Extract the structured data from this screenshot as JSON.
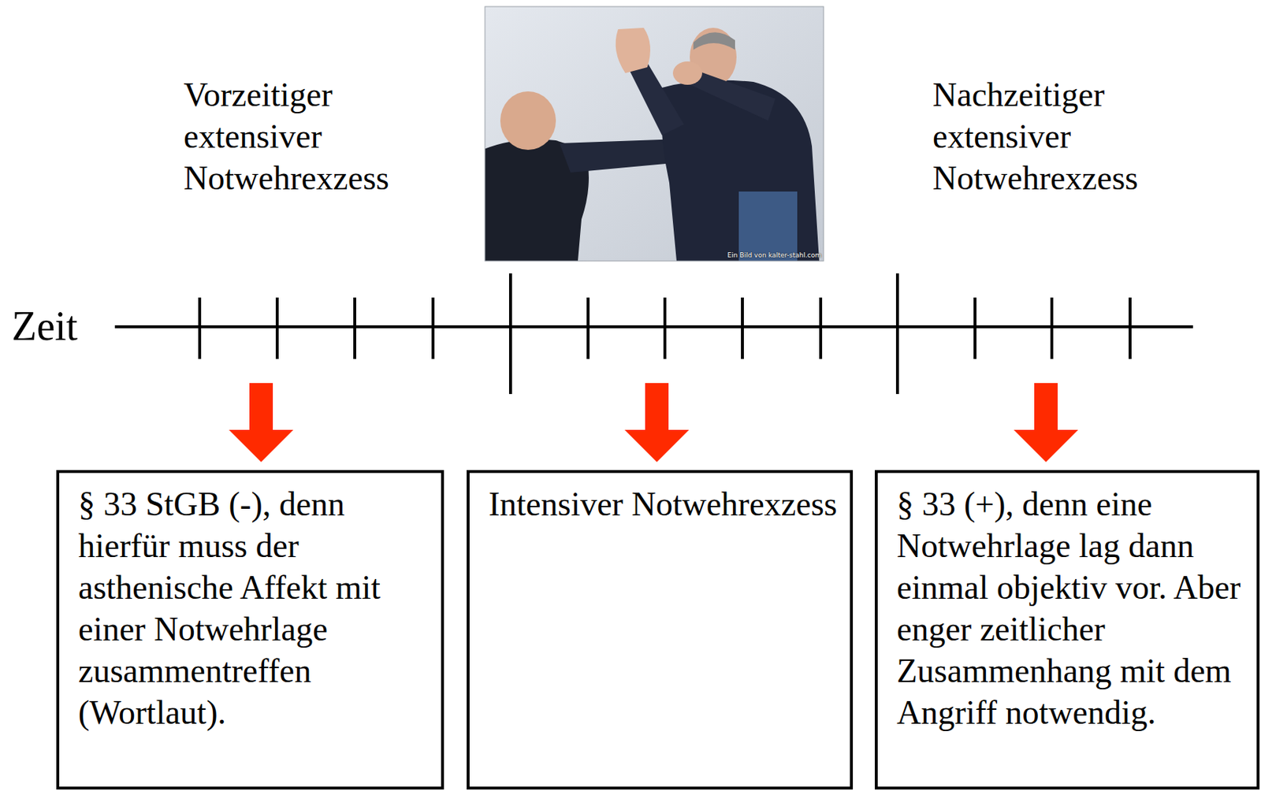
{
  "diagram": {
    "nodes": [
      {
        "text": [
          "§ 33 StGB (-), denn hierfür muss der asthenische Affekt mit einer Notwehrlage zusammentreffen (Wortlaut)."
        ]
      },
      {
        "text": [
          "Intensiver Notwehrexzess"
        ]
      },
      {
        "text": [
          "§ 33 (+), denn eine Notwehrlage lag dann einmal objektiv vor. Aber enger zeitlicher Zusammenhang mit dem Angriff notwendig."
        ]
      }
    ],
    "labels": [
      "Vorzeitiger extensiver Notwehrexzess",
      "Nachzeitiger extensiver Notwehrexzess",
      "Zeit",
      "Ein Bild von kalter-stahl.com"
    ]
  }
}
